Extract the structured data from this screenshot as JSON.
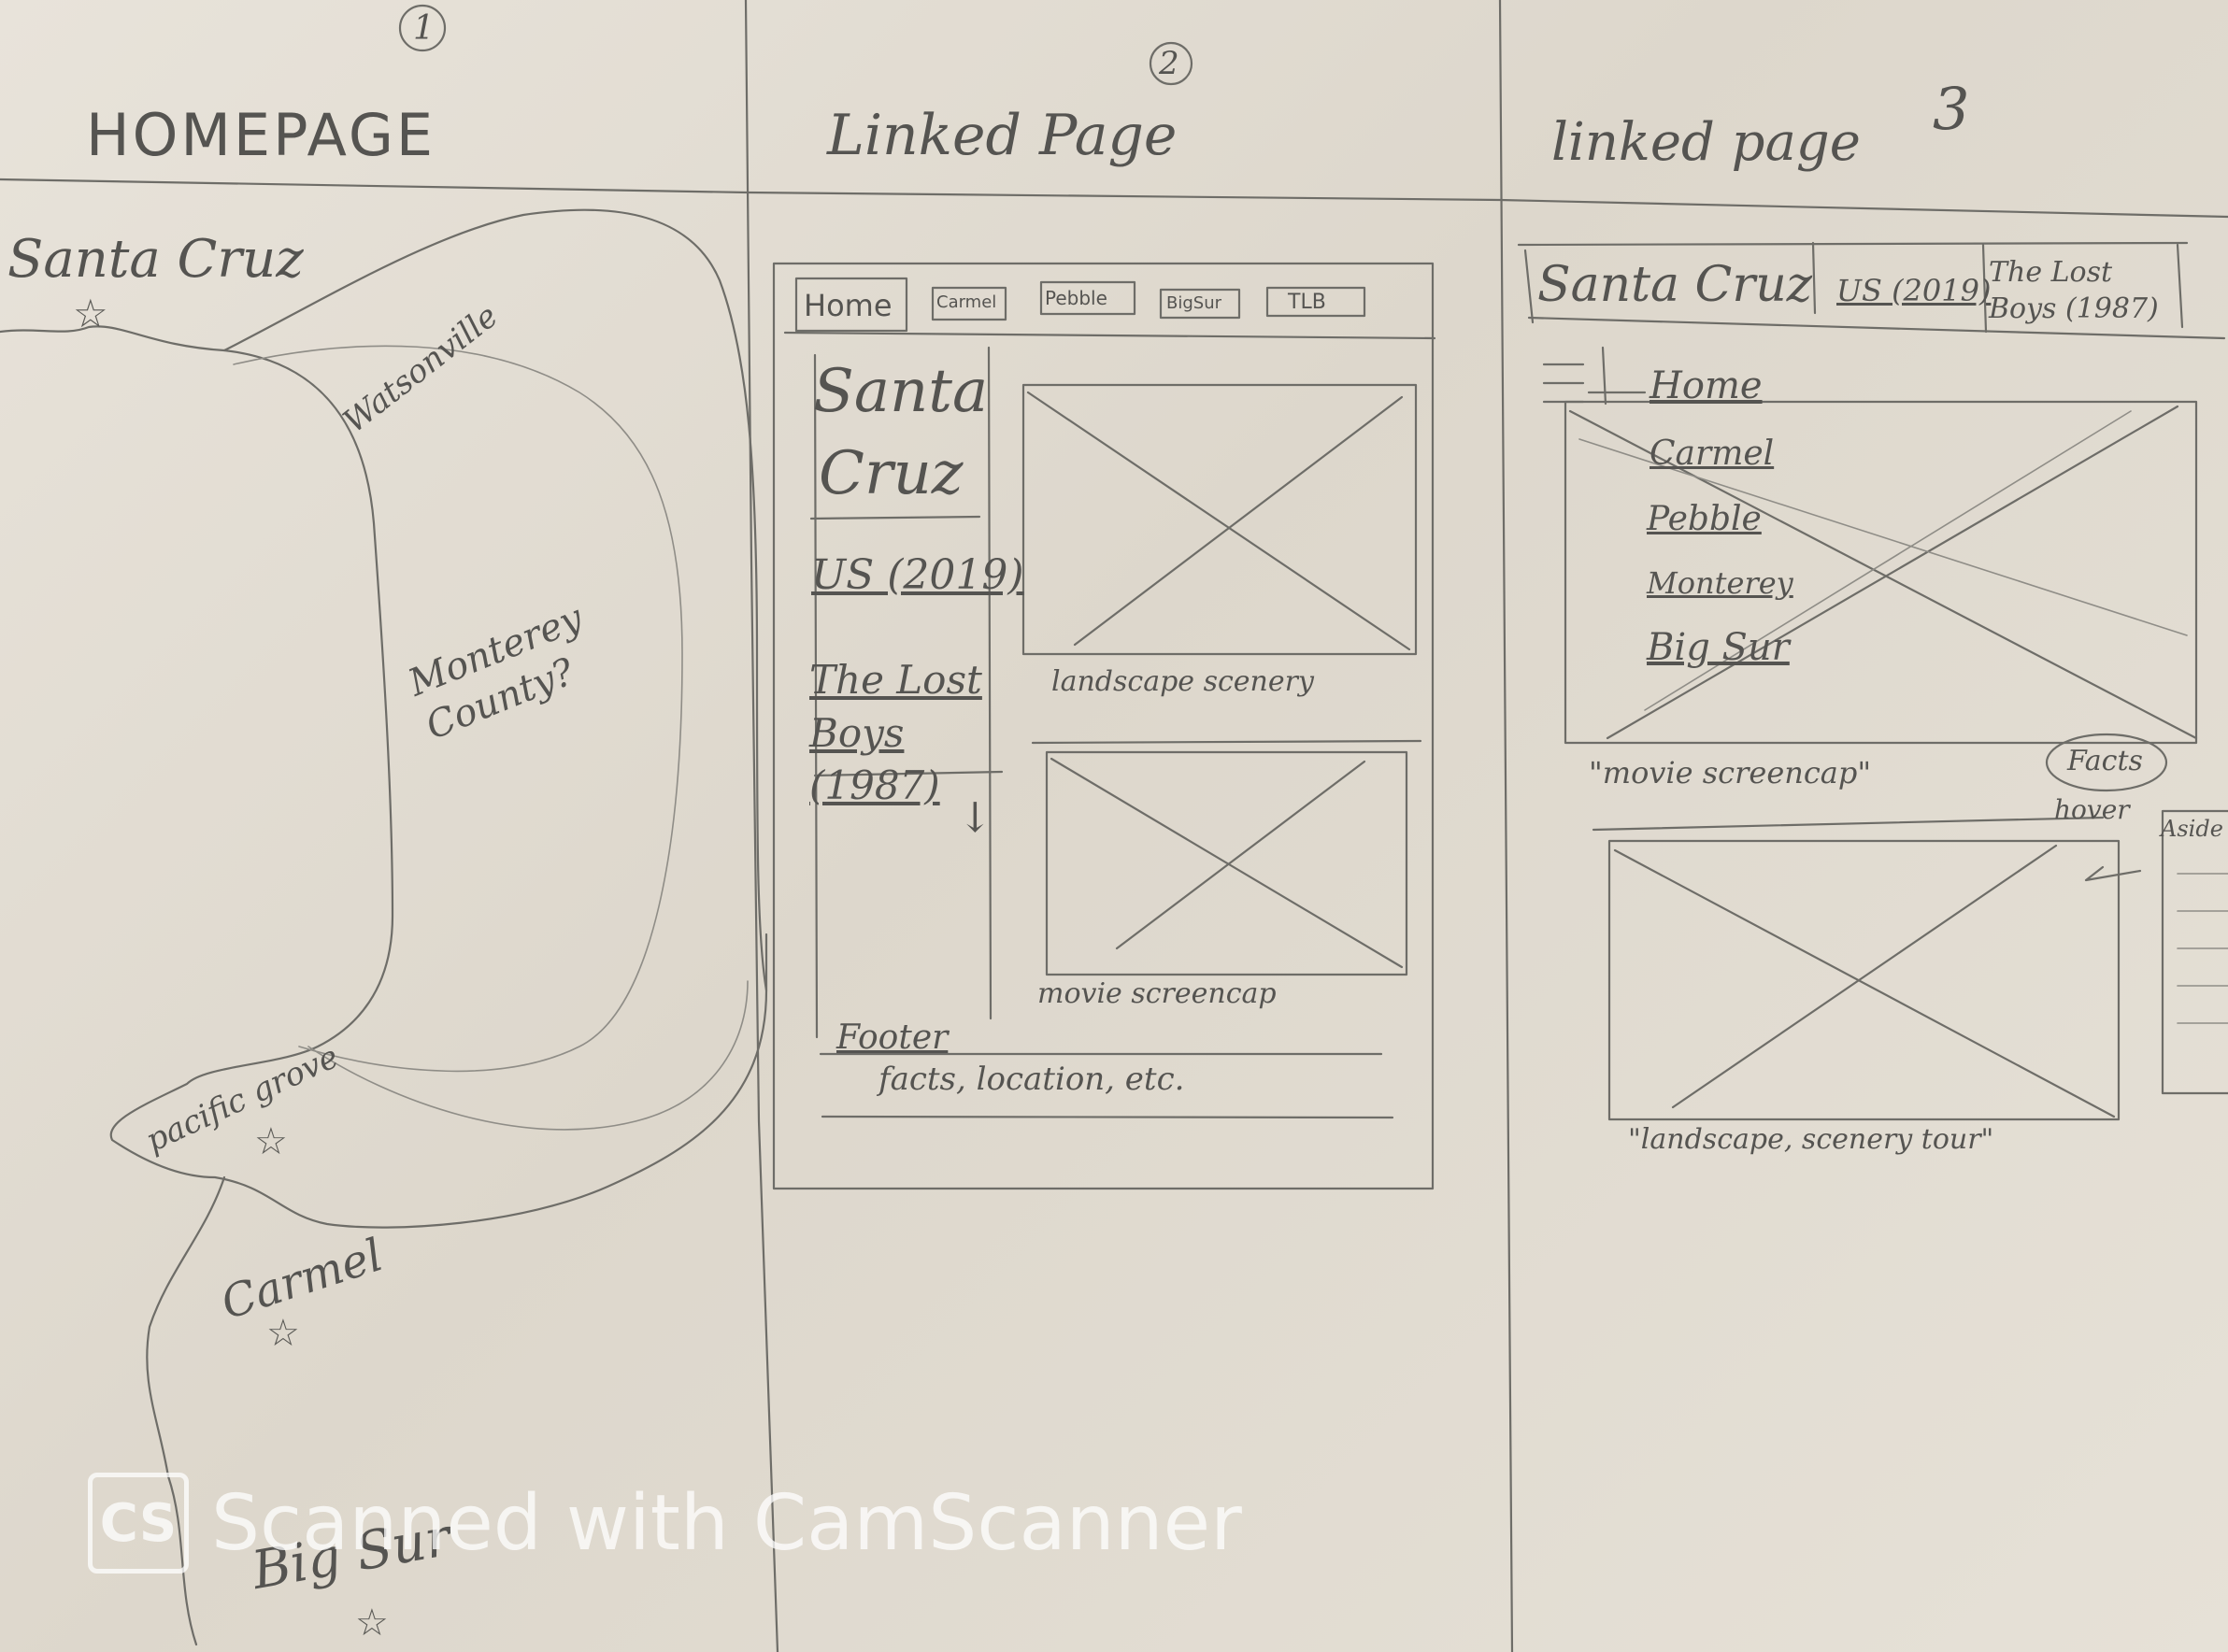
{
  "panels": [
    {
      "number": "1",
      "title": "HOMEPAGE",
      "map_labels": {
        "santa_cruz": "Santa Cruz",
        "watsonville": "Watsonville",
        "monterey_county": "Monterey County?",
        "pacific_grove": "pacific grove",
        "carmel": "Carmel",
        "big_sur": "Big Sur"
      }
    },
    {
      "number": "2",
      "title": "Linked Page",
      "nav_tabs": [
        "Home",
        "Carmel",
        "Pebble",
        "BigSur",
        "TLB"
      ],
      "sidebar": {
        "heading_line1": "Santa",
        "heading_line2": "Cruz",
        "links": [
          "US (2019)",
          "The Lost Boys (1987)"
        ],
        "arrow": "↓"
      },
      "images": [
        {
          "caption": "landscape scenery"
        },
        {
          "caption": "movie screencap"
        }
      ],
      "footer": {
        "title": "Footer",
        "text": "facts, location, etc."
      }
    },
    {
      "number": "3",
      "title": "linked page",
      "header_tabs": [
        "Santa Cruz",
        "US (2019)",
        "The Lost Boys (1987)"
      ],
      "menu_icon": "hamburger-menu-icon",
      "menu_items": [
        "Home",
        "Carmel",
        "Pebble",
        "Monterey",
        "Big Sur"
      ],
      "images": [
        {
          "caption": "\"movie screencap\""
        },
        {
          "caption": "\"landscape, scenery tour\""
        }
      ],
      "facts_button": "Facts",
      "hover_note": "hover",
      "aside_label": "Aside"
    }
  ],
  "watermark": {
    "logo_text": "CS",
    "text": "Scanned with CamScanner"
  }
}
